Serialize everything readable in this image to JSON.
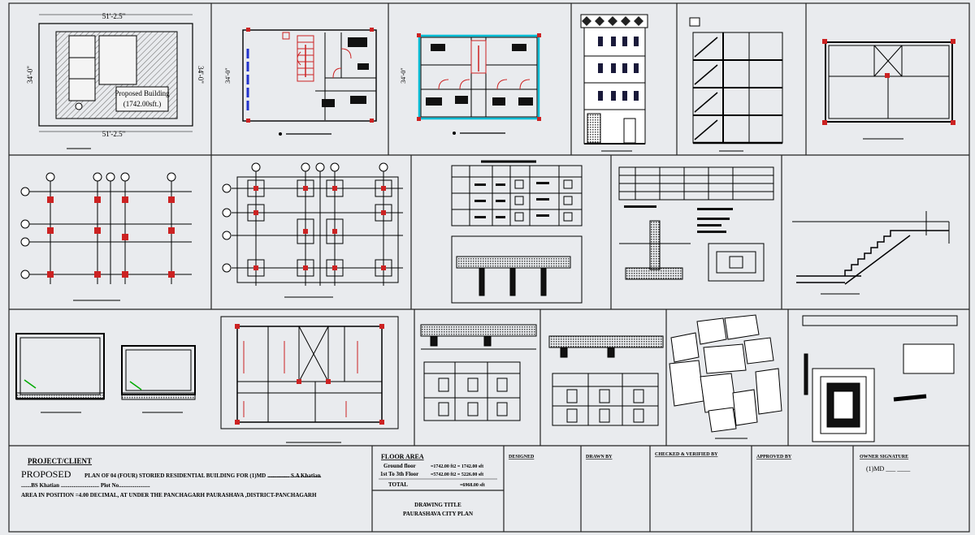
{
  "site_plan": {
    "width_label": "51'-2.5\"",
    "depth_label": "34'-0\"",
    "building_label": "Proposed Building",
    "area_label": "(1742.00sft.)"
  },
  "ground_floor": {
    "depth_label": "34'-0\""
  },
  "typical_floor": {
    "depth_label": "34'-0\""
  },
  "title_block": {
    "project_head": "PROJECT/CLIENT",
    "proposed_word": "PROPOSED",
    "plan_line": "PLAN OF 04 (FOUR) STORIED RESIDENTIAL  BUILDING FOR (1)MD ......................................",
    "plan_line_end": "............... S.A Khatian",
    "khatian_line": ".......BS Khatian ........................... Plot No......................",
    "area_line": "AREA IN POSITION =4.00 DECIMAL, AT UNDER THE PANCHAGARH PAURASHAVA ,DISTRICT-PANCHAGARH",
    "floor_area_head": "FLOOR AREA",
    "ground_floor_label": "Ground floor",
    "ground_floor_value": "=1742.00 ft2 = 1742.00 sft",
    "upper_floor_label": "1st To 3th Floor",
    "upper_floor_value": "=5742.00 ft2 = 5226.00 sft",
    "total_label": "TOTAL",
    "total_value": "=6968.00 sft",
    "drawing_title_head": "DRAWING TITLE",
    "drawing_title_value": "PAURASHAVA CITY PLAN",
    "designed_head": "DESIGNED",
    "drawn_head": "DRAWN BY",
    "checked_head": "CHECKED & VERIFIED BY",
    "approved_head": "APPROVED BY",
    "owner_head": "OWNER SIGNATURE",
    "owner_value": "(1)MD ___  ____"
  }
}
